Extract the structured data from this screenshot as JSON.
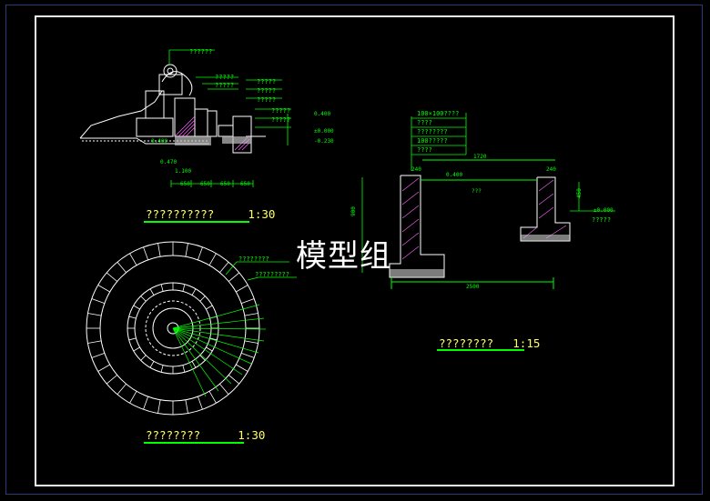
{
  "watermark": "模型组",
  "views": {
    "elevation_top_left": {
      "title": "??????????",
      "scale": "1:30",
      "labels": [
        "??????",
        "?????",
        "?????",
        "?????",
        "?????",
        "?????",
        "?????",
        "?????"
      ],
      "dims": [
        "650",
        "650",
        "650",
        "650"
      ]
    },
    "plan_circle": {
      "title": "????????",
      "scale": "1:30",
      "labels": [
        "????????",
        "?????????"
      ]
    },
    "section_right": {
      "title": "????????",
      "scale": "1:15",
      "labels": [
        "100×100????",
        "????",
        "????????",
        "100?????",
        "????"
      ],
      "side_label": "?????",
      "dims": [
        "2500",
        "1720"
      ]
    }
  },
  "colors": {
    "background": "#000000",
    "frame": "#f2f2f2",
    "geometry": "#ffffff",
    "annotation": "#00ff00",
    "title_text": "#ffff66",
    "hatch": "#ff66ff"
  }
}
